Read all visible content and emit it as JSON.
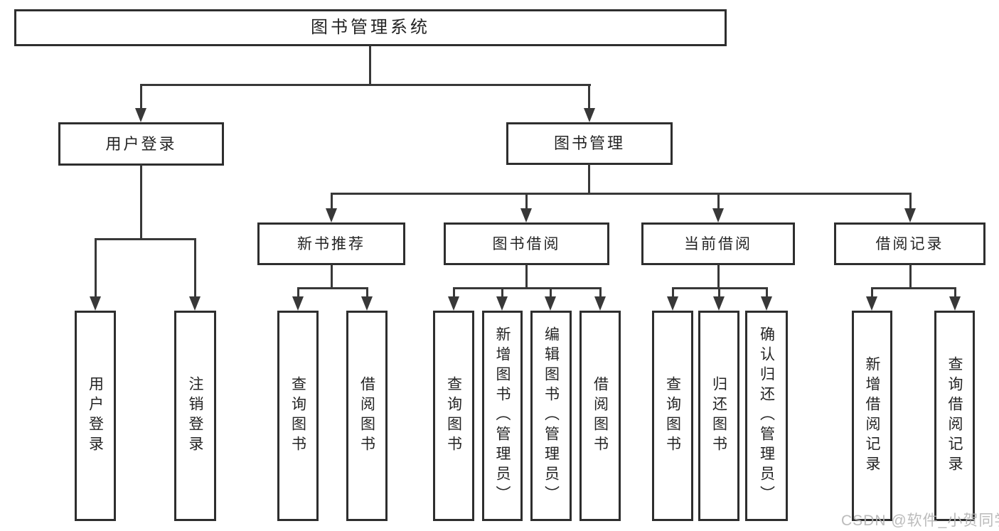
{
  "diagram_title": "图书管理系统",
  "tree": {
    "root": {
      "label": "图书管理系统",
      "children": [
        {
          "label": "用户登录",
          "children": [
            {
              "label": "用户登录"
            },
            {
              "label": "注销登录"
            }
          ]
        },
        {
          "label": "图书管理",
          "children": [
            {
              "label": "新书推荐",
              "children": [
                {
                  "label": "查询图书"
                },
                {
                  "label": "借阅图书"
                }
              ]
            },
            {
              "label": "图书借阅",
              "children": [
                {
                  "label": "查询图书"
                },
                {
                  "label": "新增图书（管理员）"
                },
                {
                  "label": "编辑图书（管理员）"
                },
                {
                  "label": "借阅图书"
                }
              ]
            },
            {
              "label": "当前借阅",
              "children": [
                {
                  "label": "查询图书"
                },
                {
                  "label": "归还图书"
                },
                {
                  "label": "确认归还（管理员）"
                }
              ]
            },
            {
              "label": "借阅记录",
              "children": [
                {
                  "label": "新增借阅记录"
                },
                {
                  "label": "查询借阅记录"
                }
              ]
            }
          ]
        }
      ]
    }
  },
  "watermark": {
    "text": "CSDN @软件_小贺同学",
    "color": "#b4b4b4"
  },
  "colors": {
    "line": "#383838",
    "box_border": "#2e2e2e",
    "box_background": "#ffffff",
    "text": "#242424",
    "page_background": "#ffffff"
  }
}
